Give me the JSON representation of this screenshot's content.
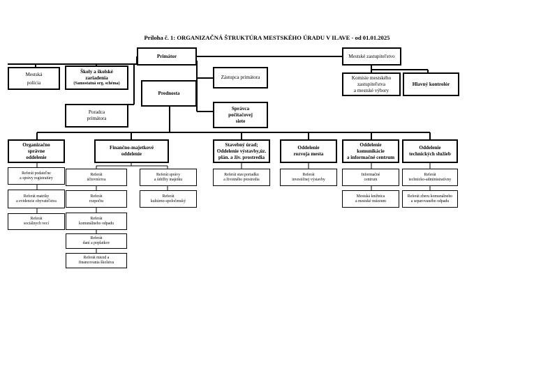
{
  "title": "Príloha č. 1: ORGANIZAČNÁ ŠTRUKTÚRA MESTSKÉHO ÚRADU V ILAVE - od 01.01.2025",
  "nodes": {
    "primator": [
      "Primátor"
    ],
    "zastupitelstvo": [
      "Mestské zastupiteľstvo"
    ],
    "policia": [
      "Mestská",
      "polícia"
    ],
    "skoly": [
      "Školy a školské",
      "zariadenia",
      "(Samostatná org. schéma)"
    ],
    "zastupca": [
      "Zástupca primátora"
    ],
    "prednosta": [
      "Prednosta"
    ],
    "komisie": [
      "Komisie mestského",
      "zastupiteľstva",
      "a mestské výbory"
    ],
    "kontrolor": [
      "Hlavný kontrolór"
    ],
    "poradca": [
      "Poradca",
      "primátora"
    ],
    "spravca": [
      "Správca",
      "počítačovej",
      "siete"
    ],
    "odd_org": [
      "Organizačno",
      "správne",
      "oddelenie"
    ],
    "odd_fin": [
      "Finančno-majetkové",
      "oddelenie"
    ],
    "odd_stav": [
      "Stavebný úrad;",
      "Oddelenie výstavby,úz.",
      "plán. a živ. prostredia"
    ],
    "odd_rozvoj": [
      "Oddelenie",
      "rozvoja mesta"
    ],
    "odd_kom": [
      "Oddelenie",
      "komunikácie",
      "a informačné centrum"
    ],
    "odd_tech": [
      "Oddelenie",
      "technických služieb"
    ],
    "ref_podatelne": [
      "Referát podateľne",
      "a správy registratúry"
    ],
    "ref_matriky": [
      "Referát matriky",
      "a evidencie obyvateľstva"
    ],
    "ref_socialnych": [
      "Referát",
      "sociálnych vecí"
    ],
    "ref_uctovnictva": [
      "Referát",
      "účtovníctva"
    ],
    "ref_rozpoctu": [
      "Referát",
      "rozpočtu"
    ],
    "ref_odpadu": [
      "Referát",
      "komunálneho odpadu"
    ],
    "ref_dani": [
      "Referát",
      "daní a poplatkov"
    ],
    "ref_miezd": [
      "Referát miezd a",
      "financovania školstva"
    ],
    "ref_spravy_majetku": [
      "Referát správy",
      "a údržby majetku"
    ],
    "ref_kulturno": [
      "Referát",
      "kultúrno-spoločenský"
    ],
    "ref_stav_poriadku": [
      "Referát stav.poriadku",
      "a životného prostredia"
    ],
    "ref_investicnej": [
      "Referát",
      "investičnej výstavby"
    ],
    "informacne": [
      "Informačné",
      "centrum"
    ],
    "kniznica": [
      "Mestská knižnica",
      "a mestské múzeum"
    ],
    "ref_technicko": [
      "Referát",
      "technicko-administratívny"
    ],
    "ref_zberu": [
      "Referát zberu komunálneho",
      "a separovaného odpadu"
    ]
  }
}
